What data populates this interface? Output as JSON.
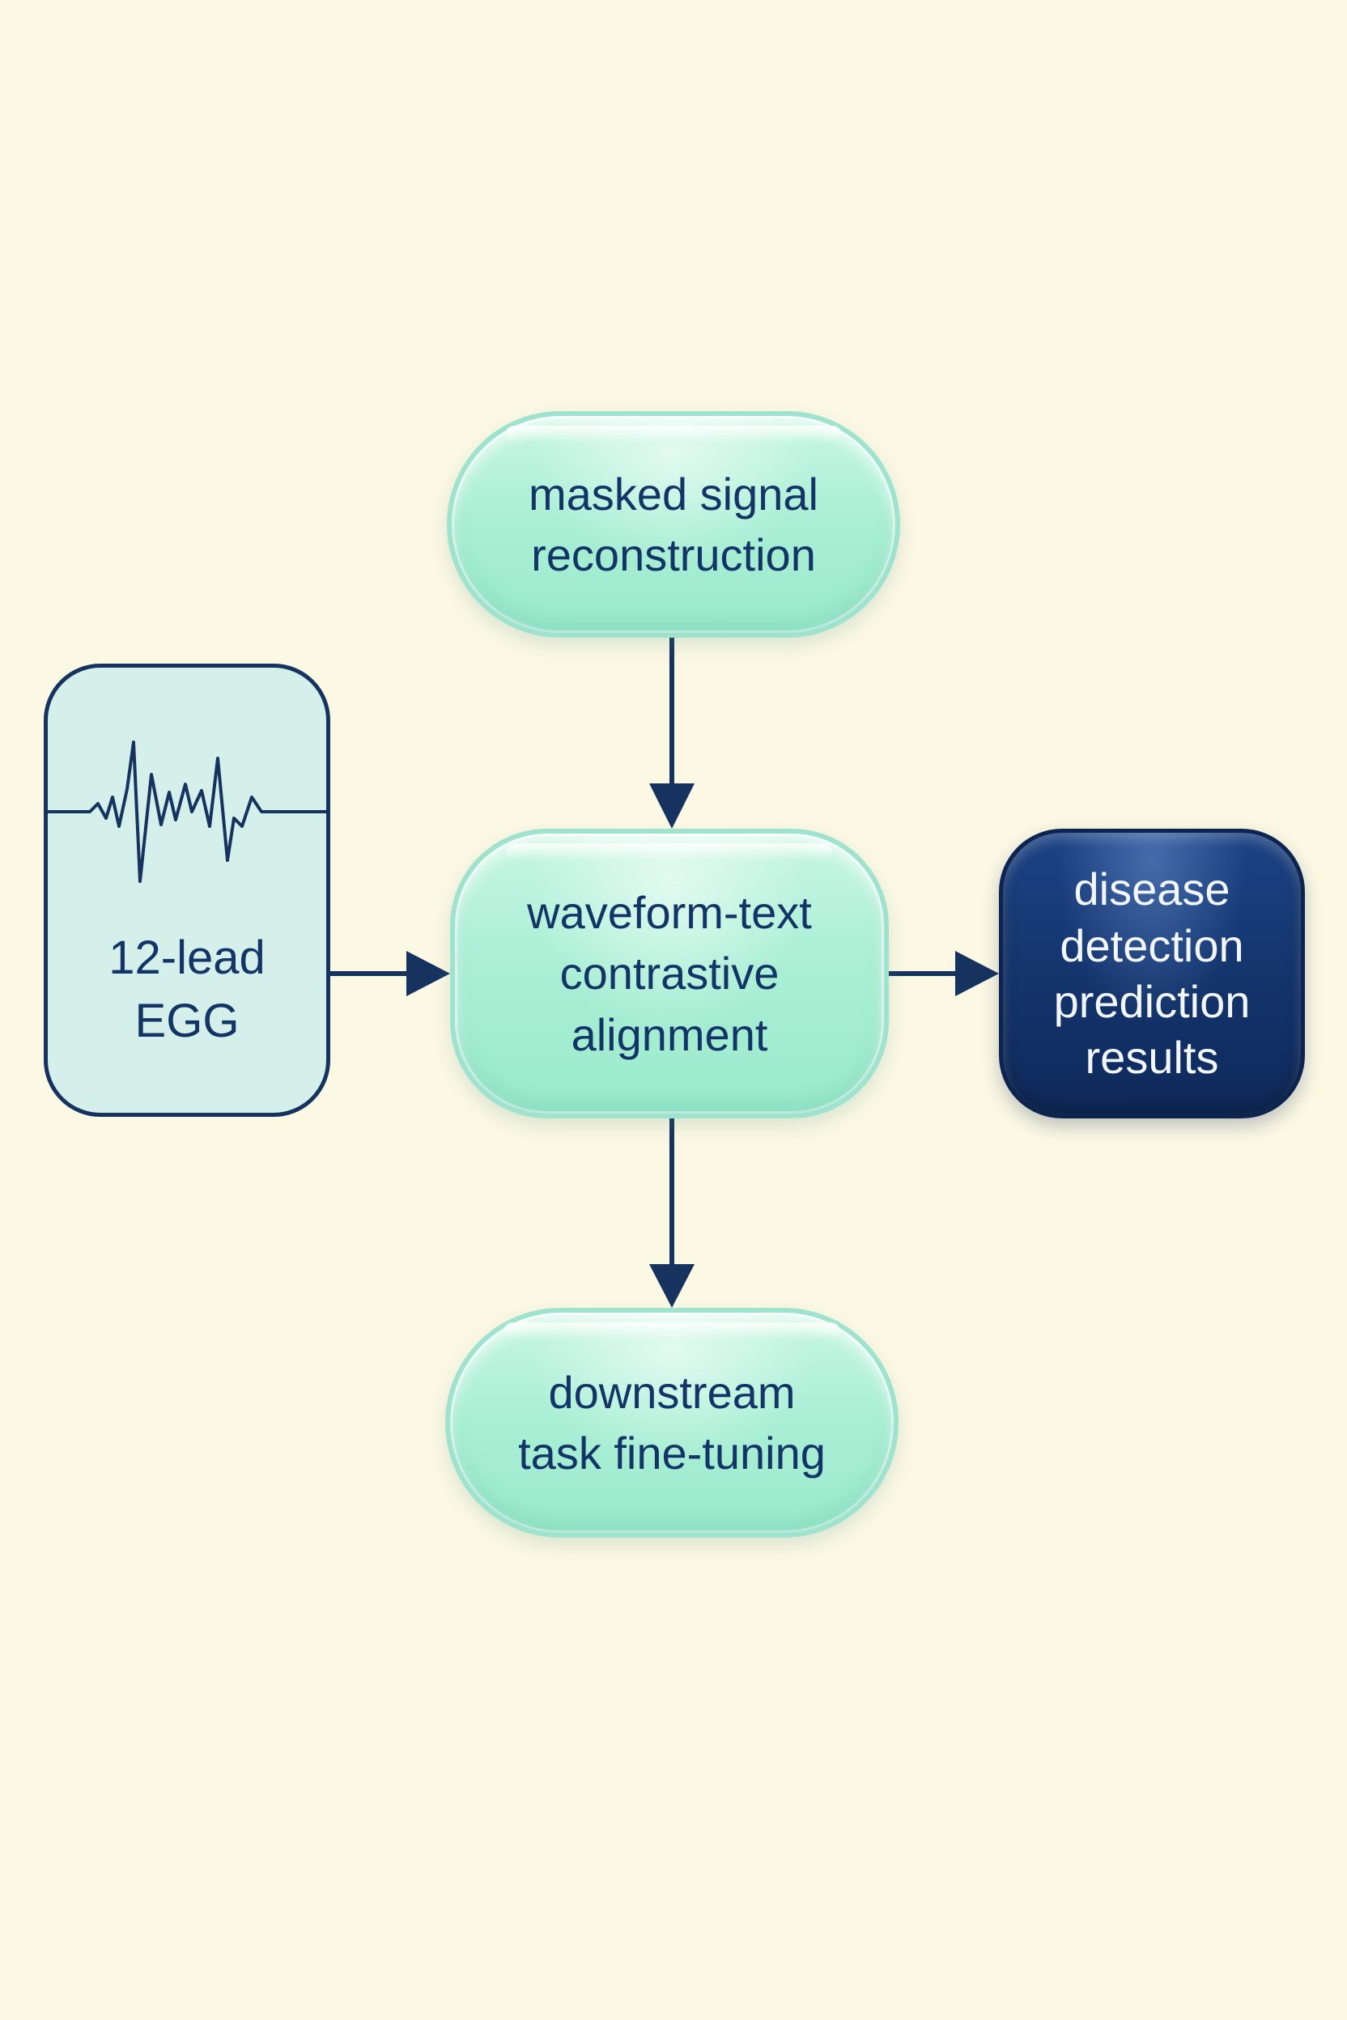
{
  "diagram": {
    "nodes": {
      "masked_reconstruction": {
        "label": "masked signal\nreconstruction"
      },
      "contrastive_alignment": {
        "label": "waveform-text\ncontrastive\nalignment"
      },
      "fine_tuning": {
        "label": "downstream\ntask fine-tuning"
      },
      "ecg_input": {
        "label": "12-lead\nEGG",
        "icon": "ecg-waveform-icon"
      },
      "prediction_output": {
        "label": "disease\ndetection\nprediction\nresults"
      }
    },
    "edges": [
      {
        "from": "masked_reconstruction",
        "to": "contrastive_alignment"
      },
      {
        "from": "ecg_input",
        "to": "contrastive_alignment"
      },
      {
        "from": "contrastive_alignment",
        "to": "prediction_output"
      },
      {
        "from": "contrastive_alignment",
        "to": "fine_tuning"
      }
    ],
    "colors": {
      "background": "#fbf8e4",
      "pill_fill": "#a9efd5",
      "pill_border": "#9fe3cf",
      "ecg_fill": "#d5efea",
      "output_fill": "#13336b",
      "ink": "#16335f"
    }
  }
}
